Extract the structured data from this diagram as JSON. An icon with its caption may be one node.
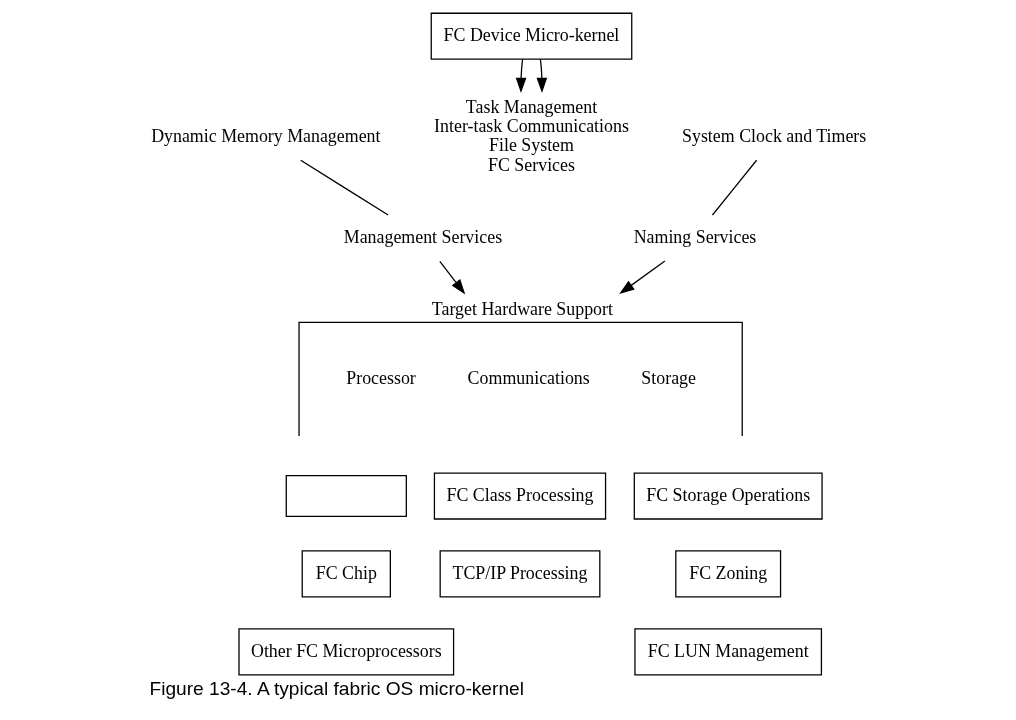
{
  "diagram": {
    "caption": "Figure 13-4. A typical fabric OS micro-kernel",
    "nodes": [
      {
        "text": [
          "FC Device Micro-kernel"
        ]
      },
      {
        "text": [
          "Dynamic Memory Management"
        ]
      },
      {
        "text": [
          "Task Management",
          "Inter-task Communications",
          "File System",
          "FC Services"
        ]
      },
      {
        "text": [
          "System Clock and Timers"
        ]
      },
      {
        "text": [
          "Management Services"
        ]
      },
      {
        "text": [
          "Naming Services"
        ]
      },
      {
        "text": [
          "Target Hardware Support",
          "Processor",
          "Communications",
          "Storage"
        ]
      },
      {
        "text": [],
        "shape": "box"
      },
      {
        "text": [
          "FC Chip"
        ]
      },
      {
        "text": [
          "Other FC Microprocessors"
        ]
      },
      {
        "text": [
          "FC Class Processing"
        ]
      },
      {
        "text": [
          "TCP/IP Processing"
        ]
      },
      {
        "text": [
          "FC Storage Operations"
        ]
      },
      {
        "text": [
          "FC Zoning"
        ]
      },
      {
        "text": [
          "FC LUN Management"
        ]
      }
    ],
    "edges": [
      {
        "from": 0,
        "to": 2,
        "arrow": "to"
      },
      {
        "from": 0,
        "to": 2,
        "arrow": "to"
      },
      {
        "from": 1,
        "to": 4,
        "arrow": "none"
      },
      {
        "from": 3,
        "to": 5,
        "arrow": "none"
      },
      {
        "from": 4,
        "to": 6,
        "arrow": "to"
      },
      {
        "from": 5,
        "to": 6,
        "arrow": "to"
      }
    ]
  }
}
